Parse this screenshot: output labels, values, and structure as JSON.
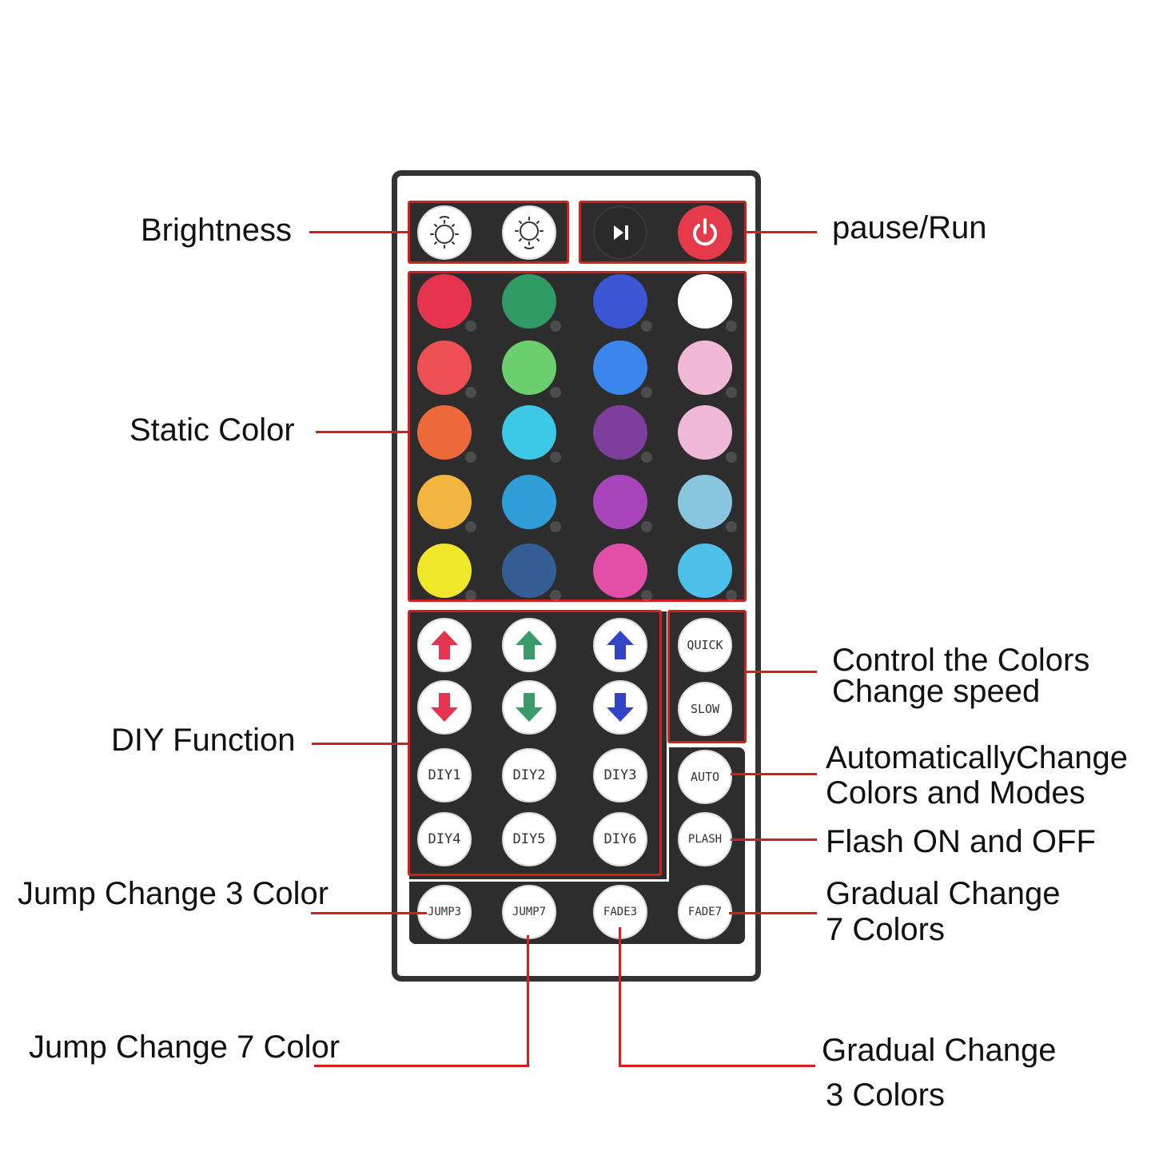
{
  "labels": {
    "brightness": "Brightness",
    "pause_run": "pause/Run",
    "static_color": "Static Color",
    "control_speed_line1": "Control the Colors",
    "control_speed_line2": "Change speed",
    "diy_function": "DIY Function",
    "auto_line1": "AutomaticallyChange",
    "auto_line2": "Colors and Modes",
    "flash": "Flash ON and OFF",
    "jump3": "Jump Change 3 Color",
    "fade7_line1": "Gradual Change",
    "fade7_line2": "7 Colors",
    "jump7": "Jump Change 7 Color",
    "fade3_line1": "Gradual Change",
    "fade3_line2": "3 Colors"
  },
  "buttons": {
    "quick": "QUICK",
    "slow": "SLOW",
    "auto": "AUTO",
    "flash": "PLASH",
    "diy1": "DIY1",
    "diy2": "DIY2",
    "diy3": "DIY3",
    "diy4": "DIY4",
    "diy5": "DIY5",
    "diy6": "DIY6",
    "jump3": "JUMP3",
    "jump7": "JUMP7",
    "fade3": "FADE3",
    "fade7": "FADE7"
  },
  "static_colors": [
    [
      "#e6344f",
      "#2f9a65",
      "#3b55d4",
      "#ffffff"
    ],
    [
      "#ee5153",
      "#6bcf6d",
      "#3a86ec",
      "#f2b9d6"
    ],
    [
      "#ee6a3a",
      "#3cc9e6",
      "#7e3e9c",
      "#f0b8d8"
    ],
    [
      "#f3b540",
      "#2f9ed9",
      "#a945bb",
      "#88c6df"
    ],
    [
      "#f0e62a",
      "#355d96",
      "#e24fa9",
      "#4cbfea"
    ]
  ],
  "colors": {
    "accent_red": "#d41f1f",
    "panel": "#2d2d2d",
    "power": "#e53a4c",
    "arrow_red": "#e6344f",
    "arrow_green": "#3a9a68",
    "arrow_blue": "#3344c6"
  }
}
